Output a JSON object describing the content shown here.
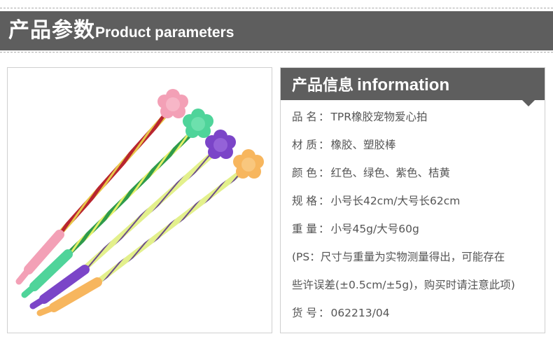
{
  "banner": {
    "title_zh": "产品参数",
    "title_en": "Product parameters"
  },
  "info": {
    "header_zh": "产品信息",
    "header_en": "information",
    "rows": [
      {
        "label": "品 名",
        "sep": "：",
        "value": "TPR橡胶宠物爱心拍"
      },
      {
        "label": "材 质",
        "sep": "：",
        "value": "橡胶、塑胶棒"
      },
      {
        "label": "颜 色",
        "sep": "：",
        "value": "红色、绿色、紫色、桔黄"
      },
      {
        "label": "规 格",
        "sep": "：",
        "value": "小号长42cm/大号长62cm"
      },
      {
        "label": "重 量",
        "sep": "：",
        "value": "小号45g/大号60g"
      },
      {
        "label": "",
        "sep": "",
        "value": "(PS：尺寸与重量为实物测量得出，可能存在"
      },
      {
        "label": "",
        "sep": "",
        "value": "些许误差(±0.5cm/±5g)，购买时请注意此项)"
      },
      {
        "label": "货 号",
        "sep": "：",
        "value": "062213/04"
      }
    ]
  },
  "colors": {
    "dark_bar": "#5e5e5e",
    "text_gray": "#555555",
    "frame_border": "#cfcfcf",
    "product_pink": "#f3a0b6",
    "product_green": "#4fd49a",
    "product_purple": "#7b45c8",
    "product_orange": "#f7b65e",
    "rod_red": "#b8252f",
    "rod_yellowgreen": "#e3f08c"
  },
  "product_image": {
    "item_colors": [
      "pink",
      "green",
      "purple",
      "orange"
    ]
  }
}
